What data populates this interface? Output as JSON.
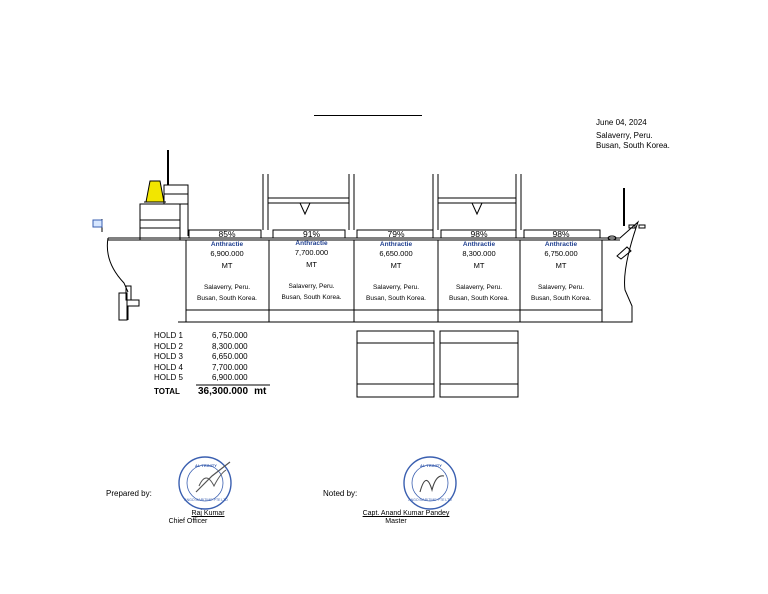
{
  "header": {
    "date": "June 04, 2024",
    "load_port": "Salaverry, Peru.",
    "discharge_port": "Busan, South Korea."
  },
  "holds": [
    {
      "pct": "85%",
      "cargo": "Anthractie",
      "qty": "6,900.000",
      "unit": "MT",
      "load_port": "Salaverry, Peru.",
      "discharge_port": "Busan, South Korea."
    },
    {
      "pct": "91%",
      "cargo": "Anthractie",
      "qty": "7,700.000",
      "unit": "MT",
      "load_port": "Salaverry, Peru.",
      "discharge_port": "Busan, South Korea."
    },
    {
      "pct": "79%",
      "cargo": "Anthractie",
      "qty": "6,650.000",
      "unit": "MT",
      "load_port": "Salaverry, Peru.",
      "discharge_port": "Busan, South Korea."
    },
    {
      "pct": "98%",
      "cargo": "Anthractie",
      "qty": "8,300.000",
      "unit": "MT",
      "load_port": "Salaverry, Peru.",
      "discharge_port": "Busan, South Korea."
    },
    {
      "pct": "98%",
      "cargo": "Anthractie",
      "qty": "6,750.000",
      "unit": "MT",
      "load_port": "Salaverry, Peru.",
      "discharge_port": "Busan, South Korea."
    }
  ],
  "summary": {
    "rows": [
      {
        "label": "HOLD 1",
        "value": "6,750.000"
      },
      {
        "label": "HOLD 2",
        "value": "8,300.000"
      },
      {
        "label": "HOLD 3",
        "value": "6,650.000"
      },
      {
        "label": "HOLD 4",
        "value": "7,700.000"
      },
      {
        "label": "HOLD 5",
        "value": "6,900.000"
      }
    ],
    "total_label": "TOTAL",
    "total_value": "36,300.000",
    "total_unit": "mt"
  },
  "signatures": {
    "prepared_label": "Prepared by:",
    "prepared_name": "Raj Kumar",
    "prepared_title": "Chief Officer",
    "noted_label": "Noted by:",
    "noted_name": "Capt. Anand Kumar Pandey",
    "noted_title": "Master",
    "stamp_text_top": "AL TRINITY",
    "stamp_text_bottom": "ANGO MARITIME PTE LTD"
  },
  "colors": {
    "cargo_text": "#1f3f8f",
    "funnel": "#f2e600",
    "stamp": "#3a5fb0"
  }
}
